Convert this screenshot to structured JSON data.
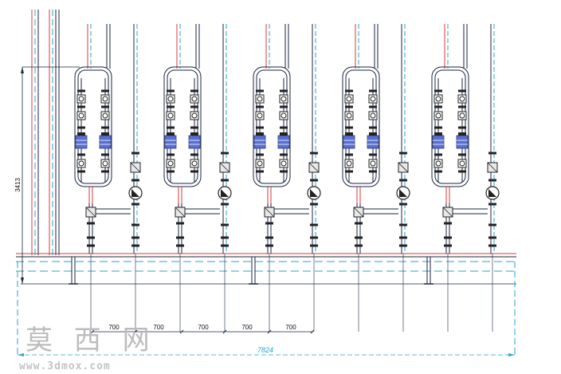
{
  "drawing": {
    "colors": {
      "background": "#ffffff",
      "pipe": "#1a2540",
      "red_line": "#d83838",
      "cyan_line": "#2aa3c8",
      "valve_blue": "#5b6fd0",
      "valve_dark": "#222222"
    },
    "module_count": 5,
    "vertical_dimension": "3413",
    "horizontal_dimensions": [
      "700",
      "700",
      "700",
      "700",
      "700"
    ],
    "total_dimension": "7824"
  },
  "watermark": {
    "chinese": "莫 西 网",
    "url": "www.3dmox.com"
  }
}
